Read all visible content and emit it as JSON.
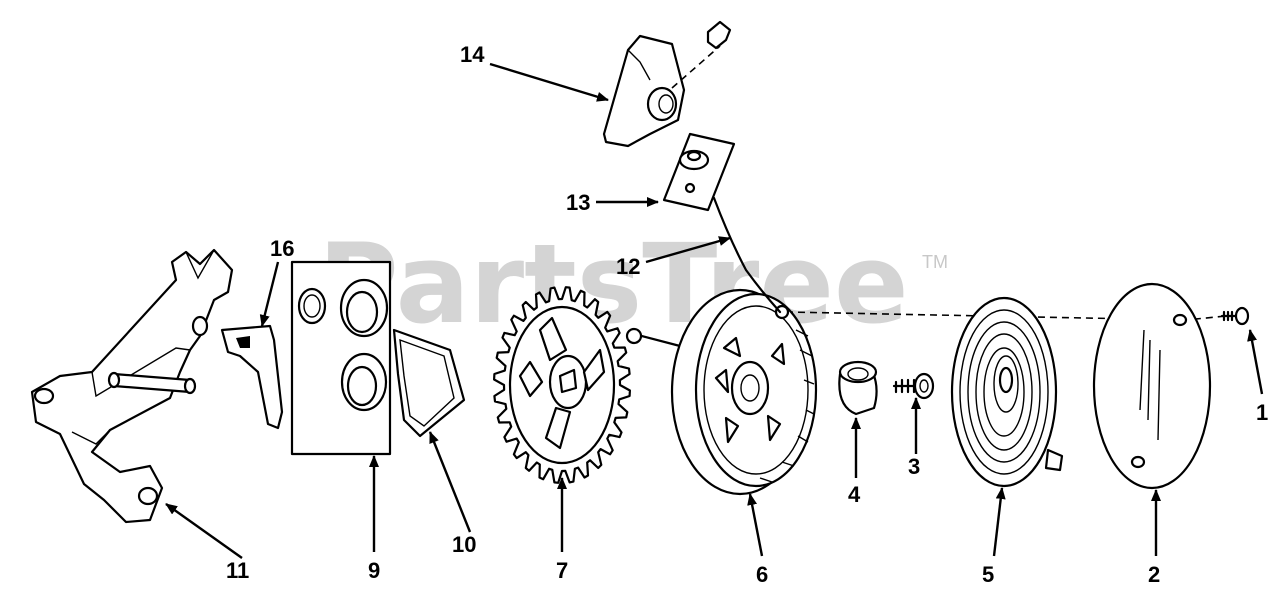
{
  "watermark": {
    "text": "PartsTree",
    "trademark": "TM"
  },
  "callouts": {
    "c1": "1",
    "c2": "2",
    "c3": "3",
    "c4": "4",
    "c5": "5",
    "c6": "6",
    "c7": "7",
    "c9": "9",
    "c10": "10",
    "c11": "11",
    "c12": "12",
    "c13": "13",
    "c14": "14",
    "c16": "16"
  }
}
